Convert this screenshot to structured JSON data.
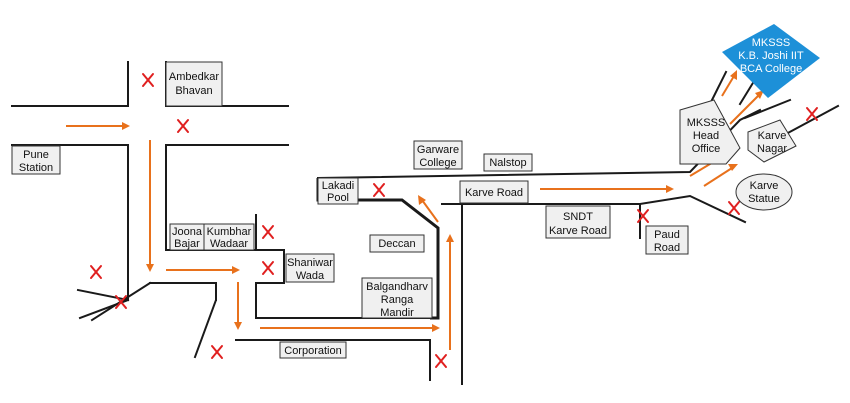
{
  "labels": {
    "ambedkar_bhavan": [
      "Ambedkar",
      "Bhavan"
    ],
    "pune_station": [
      "Pune",
      "Station"
    ],
    "joona_bajar": [
      "Joona",
      "Bajar"
    ],
    "kumbhar_wadaar": [
      "Kumbhar",
      "Wadaar"
    ],
    "shaniwar_wada": [
      "Shaniwar",
      "Wada"
    ],
    "lakadi_pool": [
      "Lakadi",
      "Pool"
    ],
    "garware_college": [
      "Garware",
      "College"
    ],
    "nalstop": [
      "Nalstop"
    ],
    "karve_road": [
      "Karve Road"
    ],
    "deccan": [
      "Deccan"
    ],
    "balgandharv": [
      "Balgandharv",
      "Ranga",
      "Mandir"
    ],
    "corporation": [
      "Corporation"
    ],
    "sndt": [
      "SNDT",
      "Karve Road"
    ],
    "paud_road": [
      "Paud",
      "Road"
    ],
    "mksss_head_office": [
      "MKSSS",
      "Head",
      "Office"
    ],
    "karve_nagar": [
      "Karve",
      "Nagar"
    ],
    "karve_statue": [
      "Karve",
      "Statue"
    ]
  },
  "destination": [
    "MKSSS",
    "K.B. Joshi IIT",
    "BCA College"
  ],
  "colors": {
    "route": "#e8711c",
    "blocked": "#e02020",
    "destination": "#1d90d8",
    "road": "#1a1a1a"
  },
  "legend_meaning": {
    "route_arrows": "orange-arrow",
    "blocked_roads": "x-mark"
  }
}
